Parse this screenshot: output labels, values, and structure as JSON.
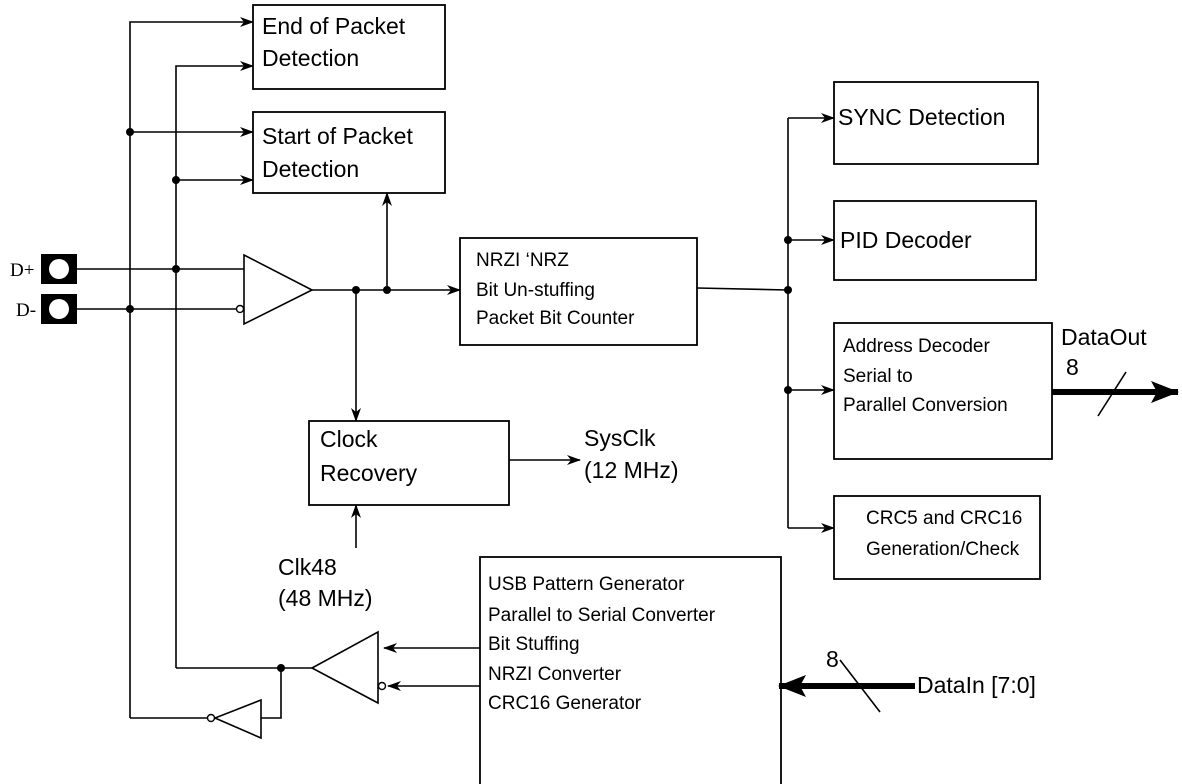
{
  "blocks": {
    "eop": [
      "End of Packet",
      "Detection"
    ],
    "sop": [
      "Start of Packet",
      "Detection"
    ],
    "nrzi": [
      "NRZI ‘NRZ",
      "Bit Un-stuffing",
      "Packet Bit Counter"
    ],
    "clock": [
      "Clock",
      "Recovery"
    ],
    "sync": [
      "SYNC Detection"
    ],
    "pid": [
      "PID Decoder"
    ],
    "addr": [
      "Address Decoder",
      "Serial to",
      "Parallel Conversion"
    ],
    "crc": [
      "CRC5 and CRC16",
      "Generation/Check"
    ],
    "usb": [
      "USB Pattern Generator",
      "Parallel to Serial Converter",
      "Bit Stuffing",
      "NRZI Converter",
      "CRC16 Generator"
    ]
  },
  "pins": {
    "dplus": "D+",
    "dminus": "D-"
  },
  "signals": {
    "sysclk": [
      "SysClk",
      "(12 MHz)"
    ],
    "clk48": [
      "Clk48",
      "(48 MHz)"
    ],
    "dataout": "DataOut",
    "dataout_width": "8",
    "datain": "DataIn [7:0]",
    "datain_width": "8"
  }
}
